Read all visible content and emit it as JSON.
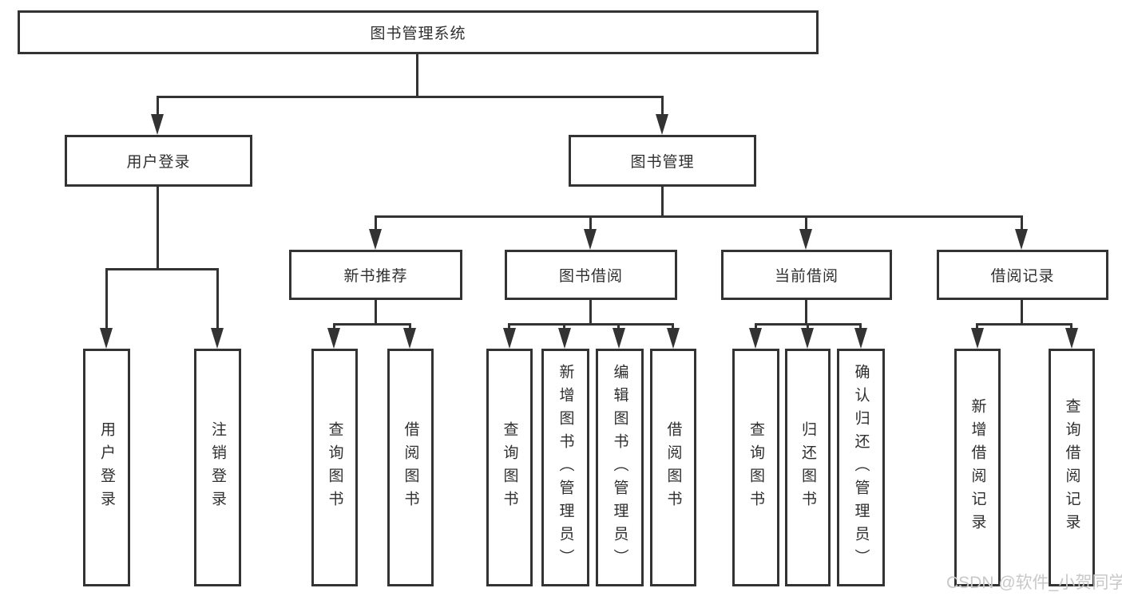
{
  "nodes": {
    "root": "图书管理系统",
    "user_login": "用户登录",
    "book_mgmt": "图书管理",
    "new_book_rec": "新书推荐",
    "book_borrow": "图书借阅",
    "current_borrow": "当前借阅",
    "borrow_records": "借阅记录",
    "leaf_user_login": "用户登录",
    "leaf_logout": "注销登录",
    "leaf_nb_query": "查询图书",
    "leaf_nb_borrow": "借阅图书",
    "leaf_bb_query": "查询图书",
    "leaf_bb_add": "新增图书（管理员）",
    "leaf_bb_edit": "编辑图书（管理员）",
    "leaf_bb_borrow": "借阅图书",
    "leaf_cb_query": "查询图书",
    "leaf_cb_return": "归还图书",
    "leaf_cb_confirm": "确认归还（管理员）",
    "leaf_br_add": "新增借阅记录",
    "leaf_br_query": "查询借阅记录"
  },
  "watermark": "CSDN @软件_小贺同学",
  "colors": {
    "line": "#333333",
    "text": "#2f2f2f",
    "watermark": "#c8c8c8",
    "background": "#ffffff"
  }
}
